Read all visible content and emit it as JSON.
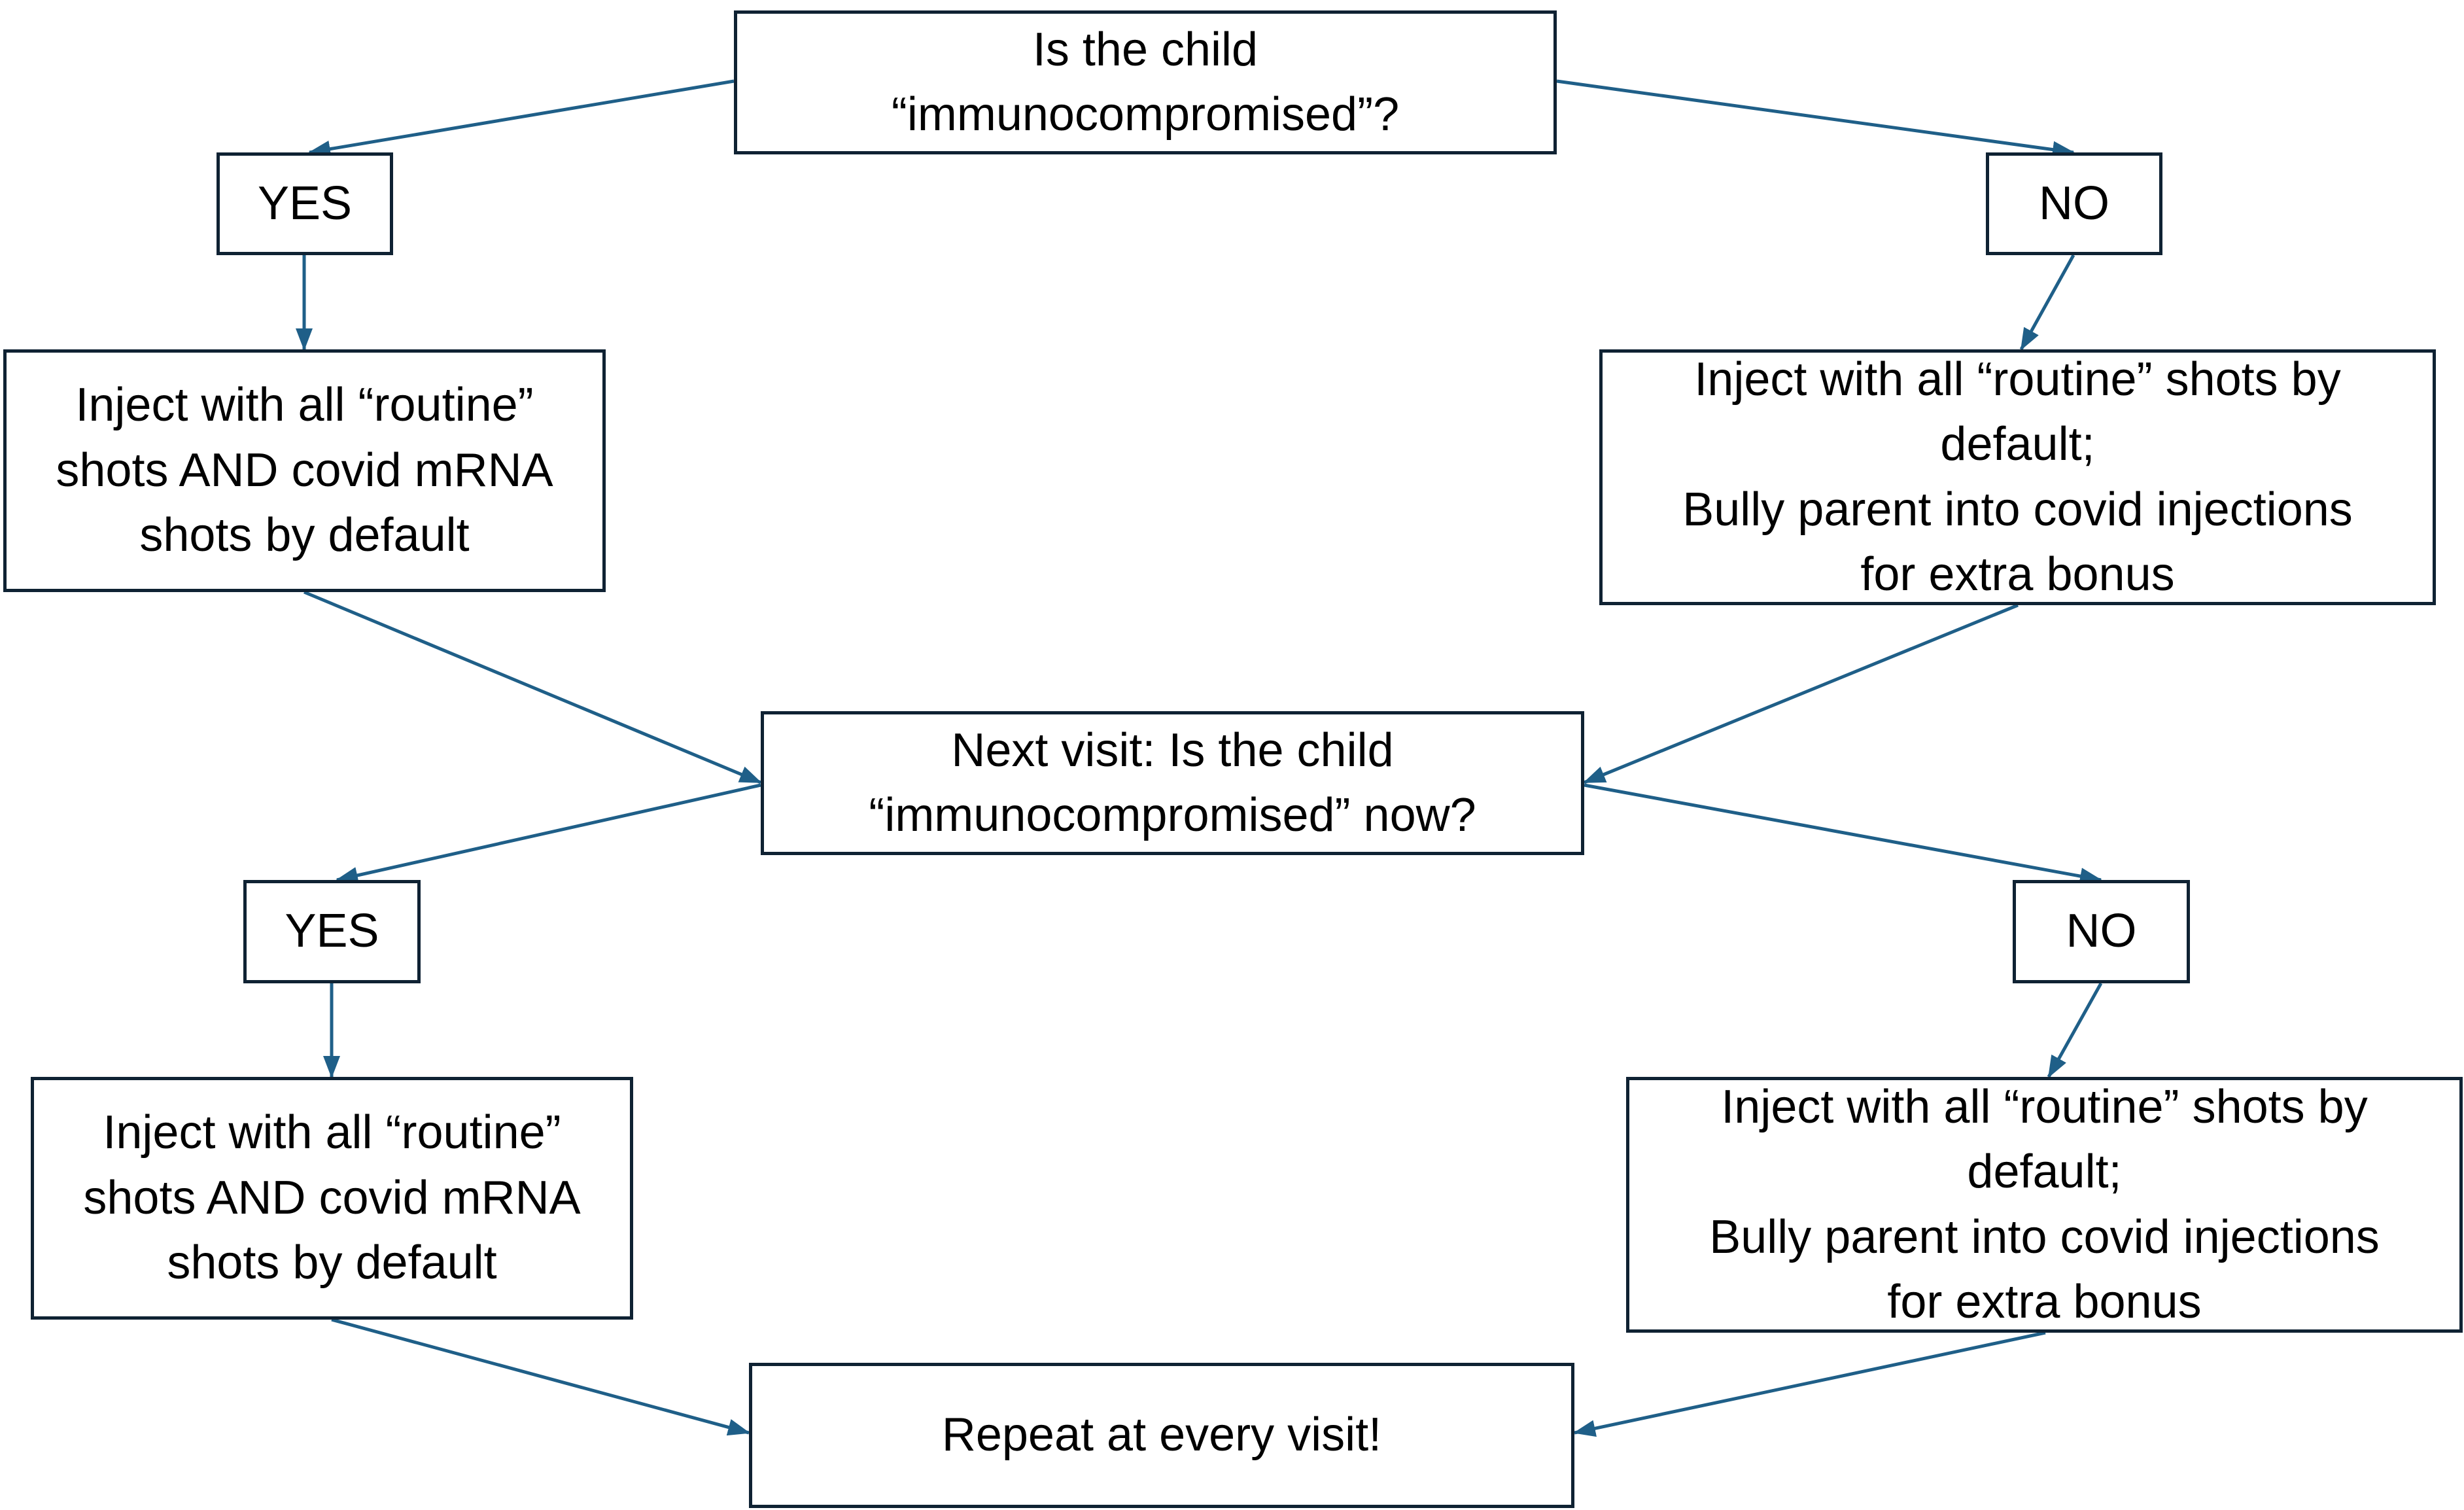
{
  "diagram": {
    "q1": {
      "text": "Is the child\n“immunocompromised”?"
    },
    "yes1": {
      "text": "YES"
    },
    "no1": {
      "text": "NO"
    },
    "a_yes1": {
      "text": "Inject with all “routine”\nshots AND covid mRNA\nshots by default"
    },
    "a_no1": {
      "text": "Inject with all “routine” shots by\ndefault;\nBully parent into covid injections\nfor extra bonus"
    },
    "q2": {
      "text": "Next visit: Is the child\n“immunocompromised” now?"
    },
    "yes2": {
      "text": "YES"
    },
    "no2": {
      "text": "NO"
    },
    "a_yes2": {
      "text": "Inject with all “routine”\nshots AND covid mRNA\nshots by default"
    },
    "a_no2": {
      "text": "Inject with all “routine” shots by\ndefault;\nBully parent into covid injections\nfor extra bonus"
    },
    "end": {
      "text": "Repeat at every visit!"
    },
    "colors": {
      "box_border": "#0f2233",
      "arrow": "#1f5f88"
    }
  }
}
